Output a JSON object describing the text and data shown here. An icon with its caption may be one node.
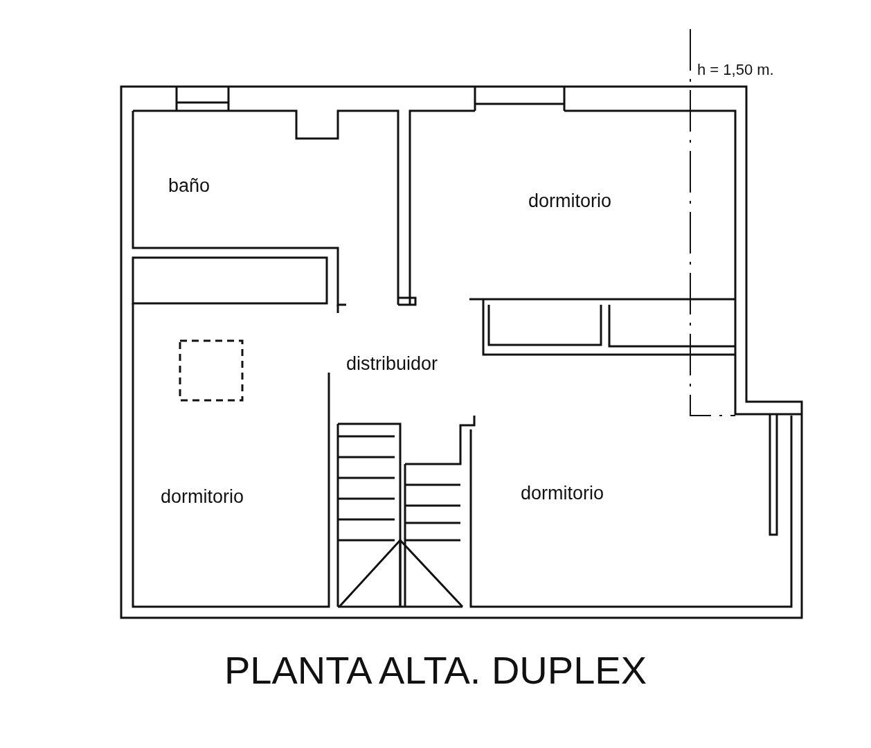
{
  "diagram": {
    "title": "PLANTA ALTA. DUPLEX",
    "labels": [
      "h = 1,50 m.",
      "baño",
      "dormitorio",
      "distribuidor",
      "dormitorio",
      "dormitorio"
    ]
  }
}
